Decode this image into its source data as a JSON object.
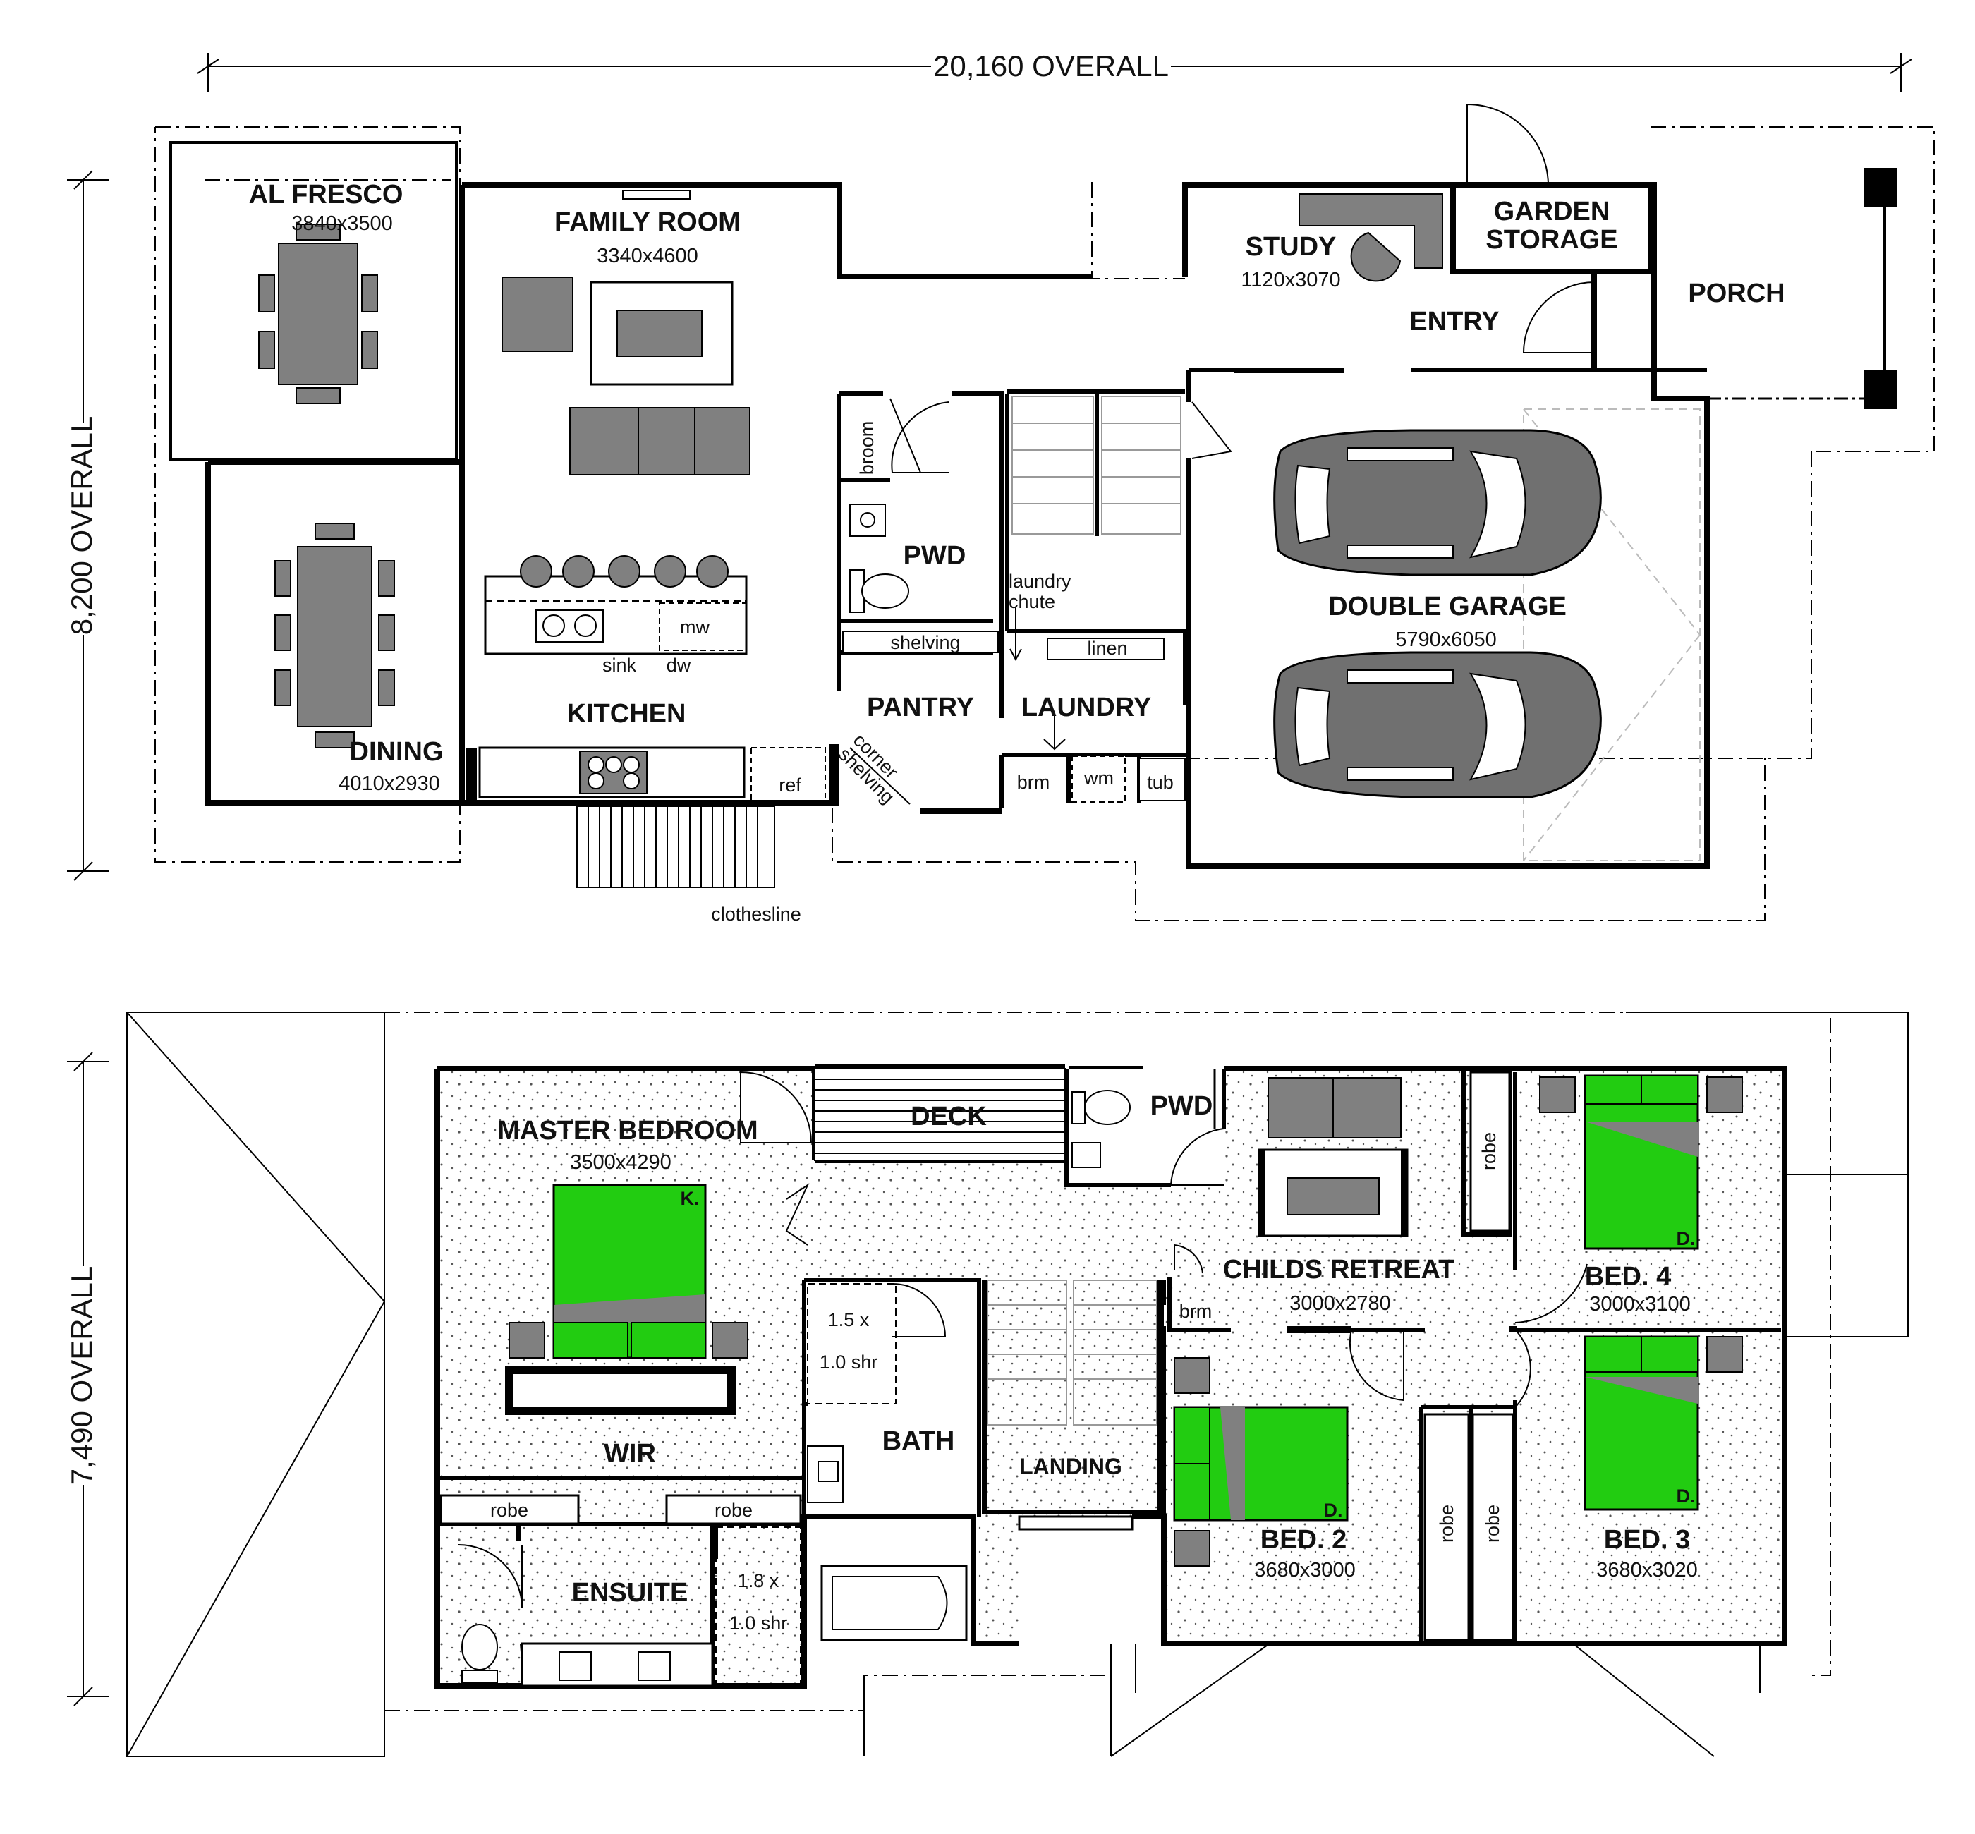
{
  "overall": {
    "width": "20,160 OVERALL",
    "ground_depth": "8,200 OVERALL",
    "upper_depth": "7,490 OVERALL"
  },
  "ground_floor": {
    "al_fresco": {
      "name": "AL FRESCO",
      "size": "3840x3500"
    },
    "family_room": {
      "name": "FAMILY ROOM",
      "size": "3340x4600"
    },
    "dining": {
      "name": "DINING",
      "size": "4010x2930"
    },
    "kitchen": {
      "name": "KITCHEN"
    },
    "pantry": {
      "name": "PANTRY"
    },
    "pwd": {
      "name": "PWD"
    },
    "laundry": {
      "name": "LAUNDRY"
    },
    "study": {
      "name": "STUDY",
      "size": "1120x3070"
    },
    "garden_storage": {
      "name": "GARDEN STORAGE",
      "line1": "GARDEN",
      "line2": "STORAGE"
    },
    "entry": {
      "name": "ENTRY"
    },
    "porch": {
      "name": "PORCH"
    },
    "garage": {
      "name": "DOUBLE GARAGE",
      "size": "5790x6050"
    },
    "labels": {
      "broom": "broom",
      "laundry_chute_1": "laundry",
      "laundry_chute_2": "chute",
      "shelving": "shelving",
      "linen": "linen",
      "mw": "mw",
      "sink": "sink",
      "dw": "dw",
      "ref": "ref",
      "corner_1": "corner",
      "corner_2": "shelving",
      "brm": "brm",
      "wm": "wm",
      "tub": "tub",
      "clothesline": "clothesline"
    }
  },
  "upper_floor": {
    "master": {
      "name": "MASTER BEDROOM",
      "size": "3500x4290"
    },
    "deck": {
      "name": "DECK"
    },
    "pwd": {
      "name": "PWD"
    },
    "childs_retreat": {
      "name": "CHILDS RETREAT",
      "size": "3000x2780"
    },
    "bed4": {
      "name": "BED. 4",
      "size": "3000x3100"
    },
    "bed2": {
      "name": "BED. 2",
      "size": "3680x3000"
    },
    "bed3": {
      "name": "BED. 3",
      "size": "3680x3020"
    },
    "bath": {
      "name": "BATH"
    },
    "landing": {
      "name": "LANDING"
    },
    "wir": {
      "name": "WIR"
    },
    "ensuite": {
      "name": "ENSUITE"
    },
    "labels": {
      "robe": "robe",
      "brm": "brm",
      "shower_a_1": "1.5 x",
      "shower_a_2": "1.0 shr",
      "shower_b_1": "1.8 x",
      "shower_b_2": "1.0 shr",
      "bed_k": "K.",
      "bed_d": "D."
    }
  },
  "colors": {
    "wall": "#000000",
    "furniture": "#808080",
    "bed": "#22cc11",
    "upper_floor_speckle": "#f6f6f6"
  }
}
